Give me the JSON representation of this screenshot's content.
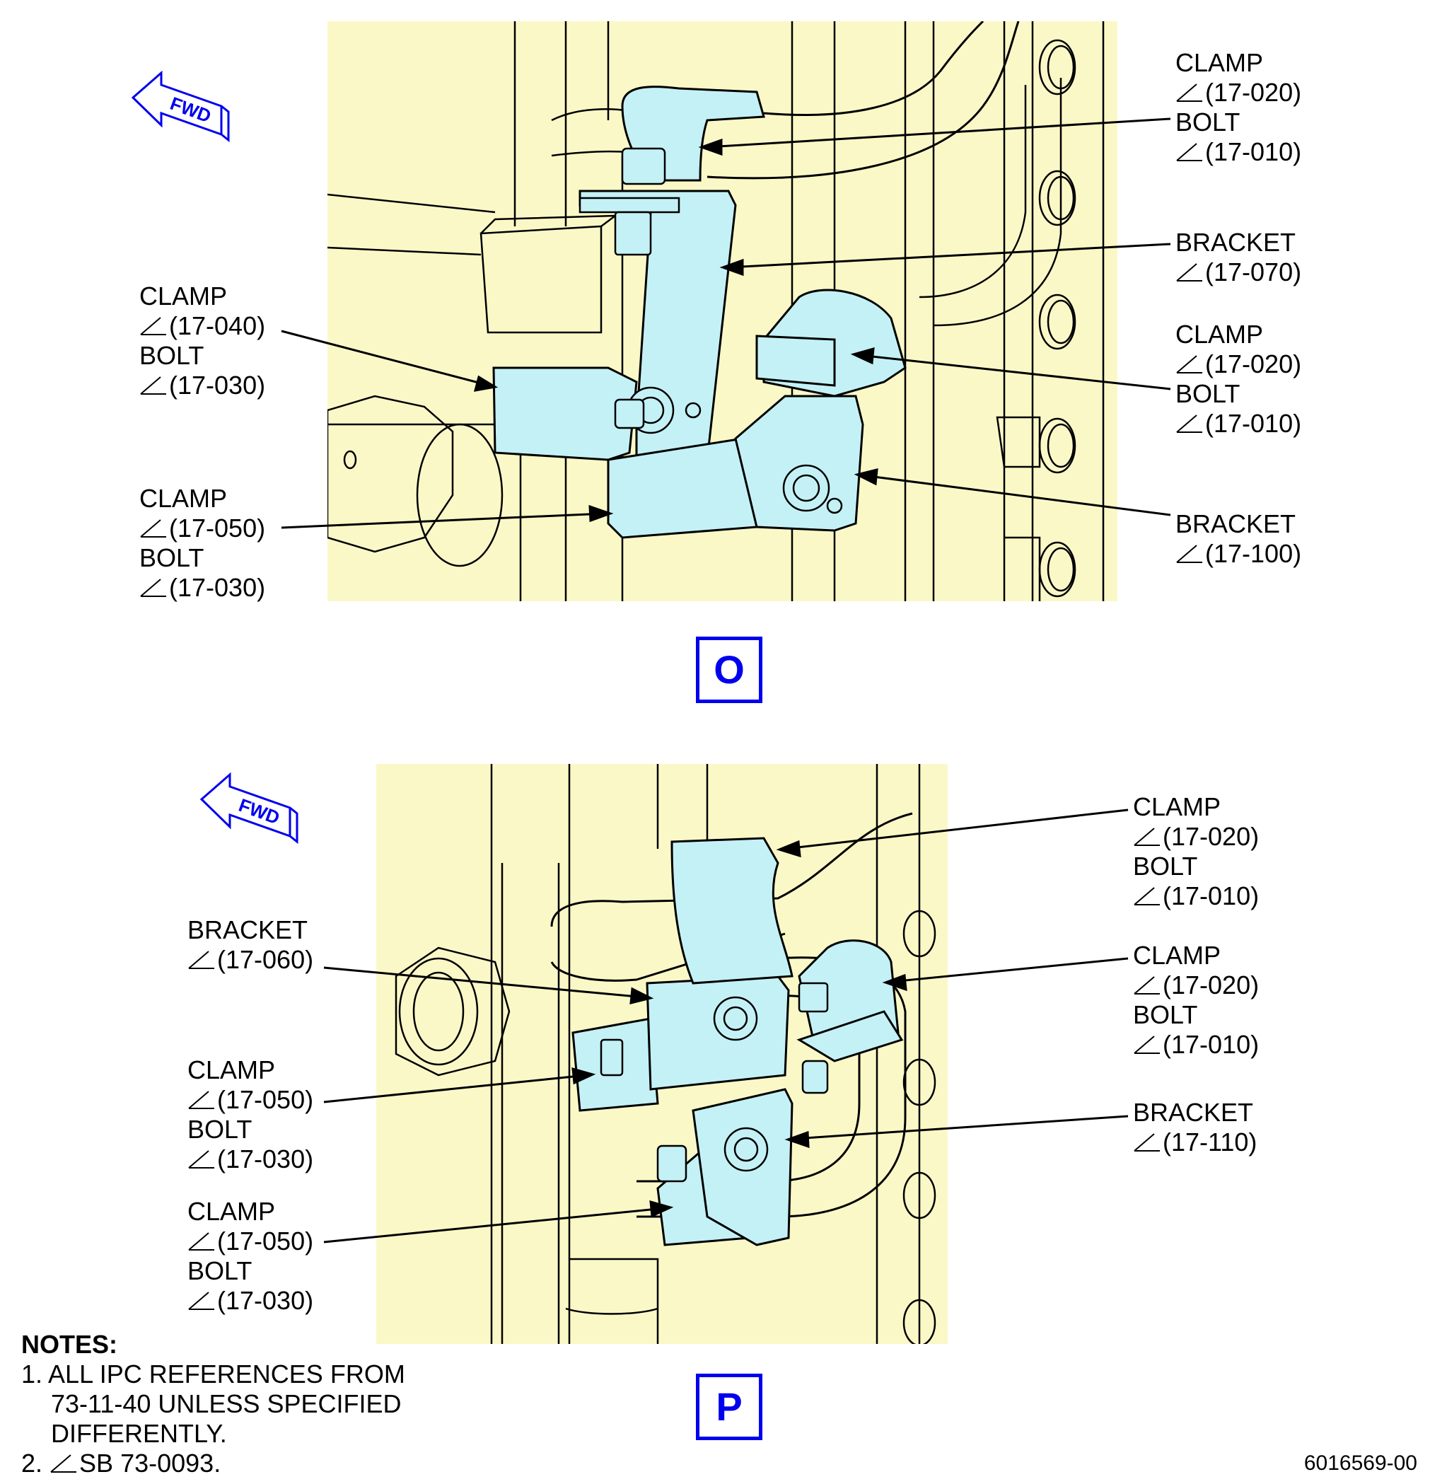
{
  "views": [
    {
      "id": "O",
      "label": "O",
      "fwd_label": "FWD",
      "callouts": [
        {
          "lines": [
            "CLAMP",
            "(17-020)",
            "BOLT",
            "(17-010)"
          ],
          "marks": [
            false,
            true,
            false,
            true
          ]
        },
        {
          "lines": [
            "BRACKET",
            "(17-070)"
          ],
          "marks": [
            false,
            true
          ]
        },
        {
          "lines": [
            "CLAMP",
            "(17-020)",
            "BOLT",
            "(17-010)"
          ],
          "marks": [
            false,
            true,
            false,
            true
          ]
        },
        {
          "lines": [
            "BRACKET",
            "(17-100)"
          ],
          "marks": [
            false,
            true
          ]
        },
        {
          "lines": [
            "CLAMP",
            "(17-040)",
            "BOLT",
            "(17-030)"
          ],
          "marks": [
            false,
            true,
            false,
            true
          ]
        },
        {
          "lines": [
            "CLAMP",
            "(17-050)",
            "BOLT",
            "(17-030)"
          ],
          "marks": [
            false,
            true,
            false,
            true
          ]
        }
      ]
    },
    {
      "id": "P",
      "label": "P",
      "fwd_label": "FWD",
      "callouts": [
        {
          "lines": [
            "CLAMP",
            "(17-020)",
            "BOLT",
            "(17-010)"
          ],
          "marks": [
            false,
            true,
            false,
            true
          ]
        },
        {
          "lines": [
            "CLAMP",
            "(17-020)",
            "BOLT",
            "(17-010)"
          ],
          "marks": [
            false,
            true,
            false,
            true
          ]
        },
        {
          "lines": [
            "BRACKET",
            "(17-110)"
          ],
          "marks": [
            false,
            true
          ]
        },
        {
          "lines": [
            "BRACKET",
            "(17-060)"
          ],
          "marks": [
            false,
            true
          ]
        },
        {
          "lines": [
            "CLAMP",
            "(17-050)",
            "BOLT",
            "(17-030)"
          ],
          "marks": [
            false,
            true,
            false,
            true
          ]
        },
        {
          "lines": [
            "CLAMP",
            "(17-050)",
            "BOLT",
            "(17-030)"
          ],
          "marks": [
            false,
            true,
            false,
            true
          ]
        }
      ]
    }
  ],
  "notes": {
    "title": "NOTES:",
    "items": [
      {
        "num": "1.",
        "lines": [
          "ALL IPC REFERENCES FROM",
          "73-11-40 UNLESS SPECIFIED",
          "DIFFERENTLY."
        ]
      },
      {
        "num": "2.",
        "lines": [
          "SB 73-0093."
        ],
        "mark": true
      }
    ]
  },
  "drawing_number": "6016569-00",
  "colors": {
    "background_fill": "#fbf8c8",
    "part_fill": "#c4f1f6",
    "accent": "#0000ee",
    "line": "#000000"
  },
  "icons": [
    "fwd-arrow-icon",
    "service-bulletin-triangle-icon"
  ]
}
